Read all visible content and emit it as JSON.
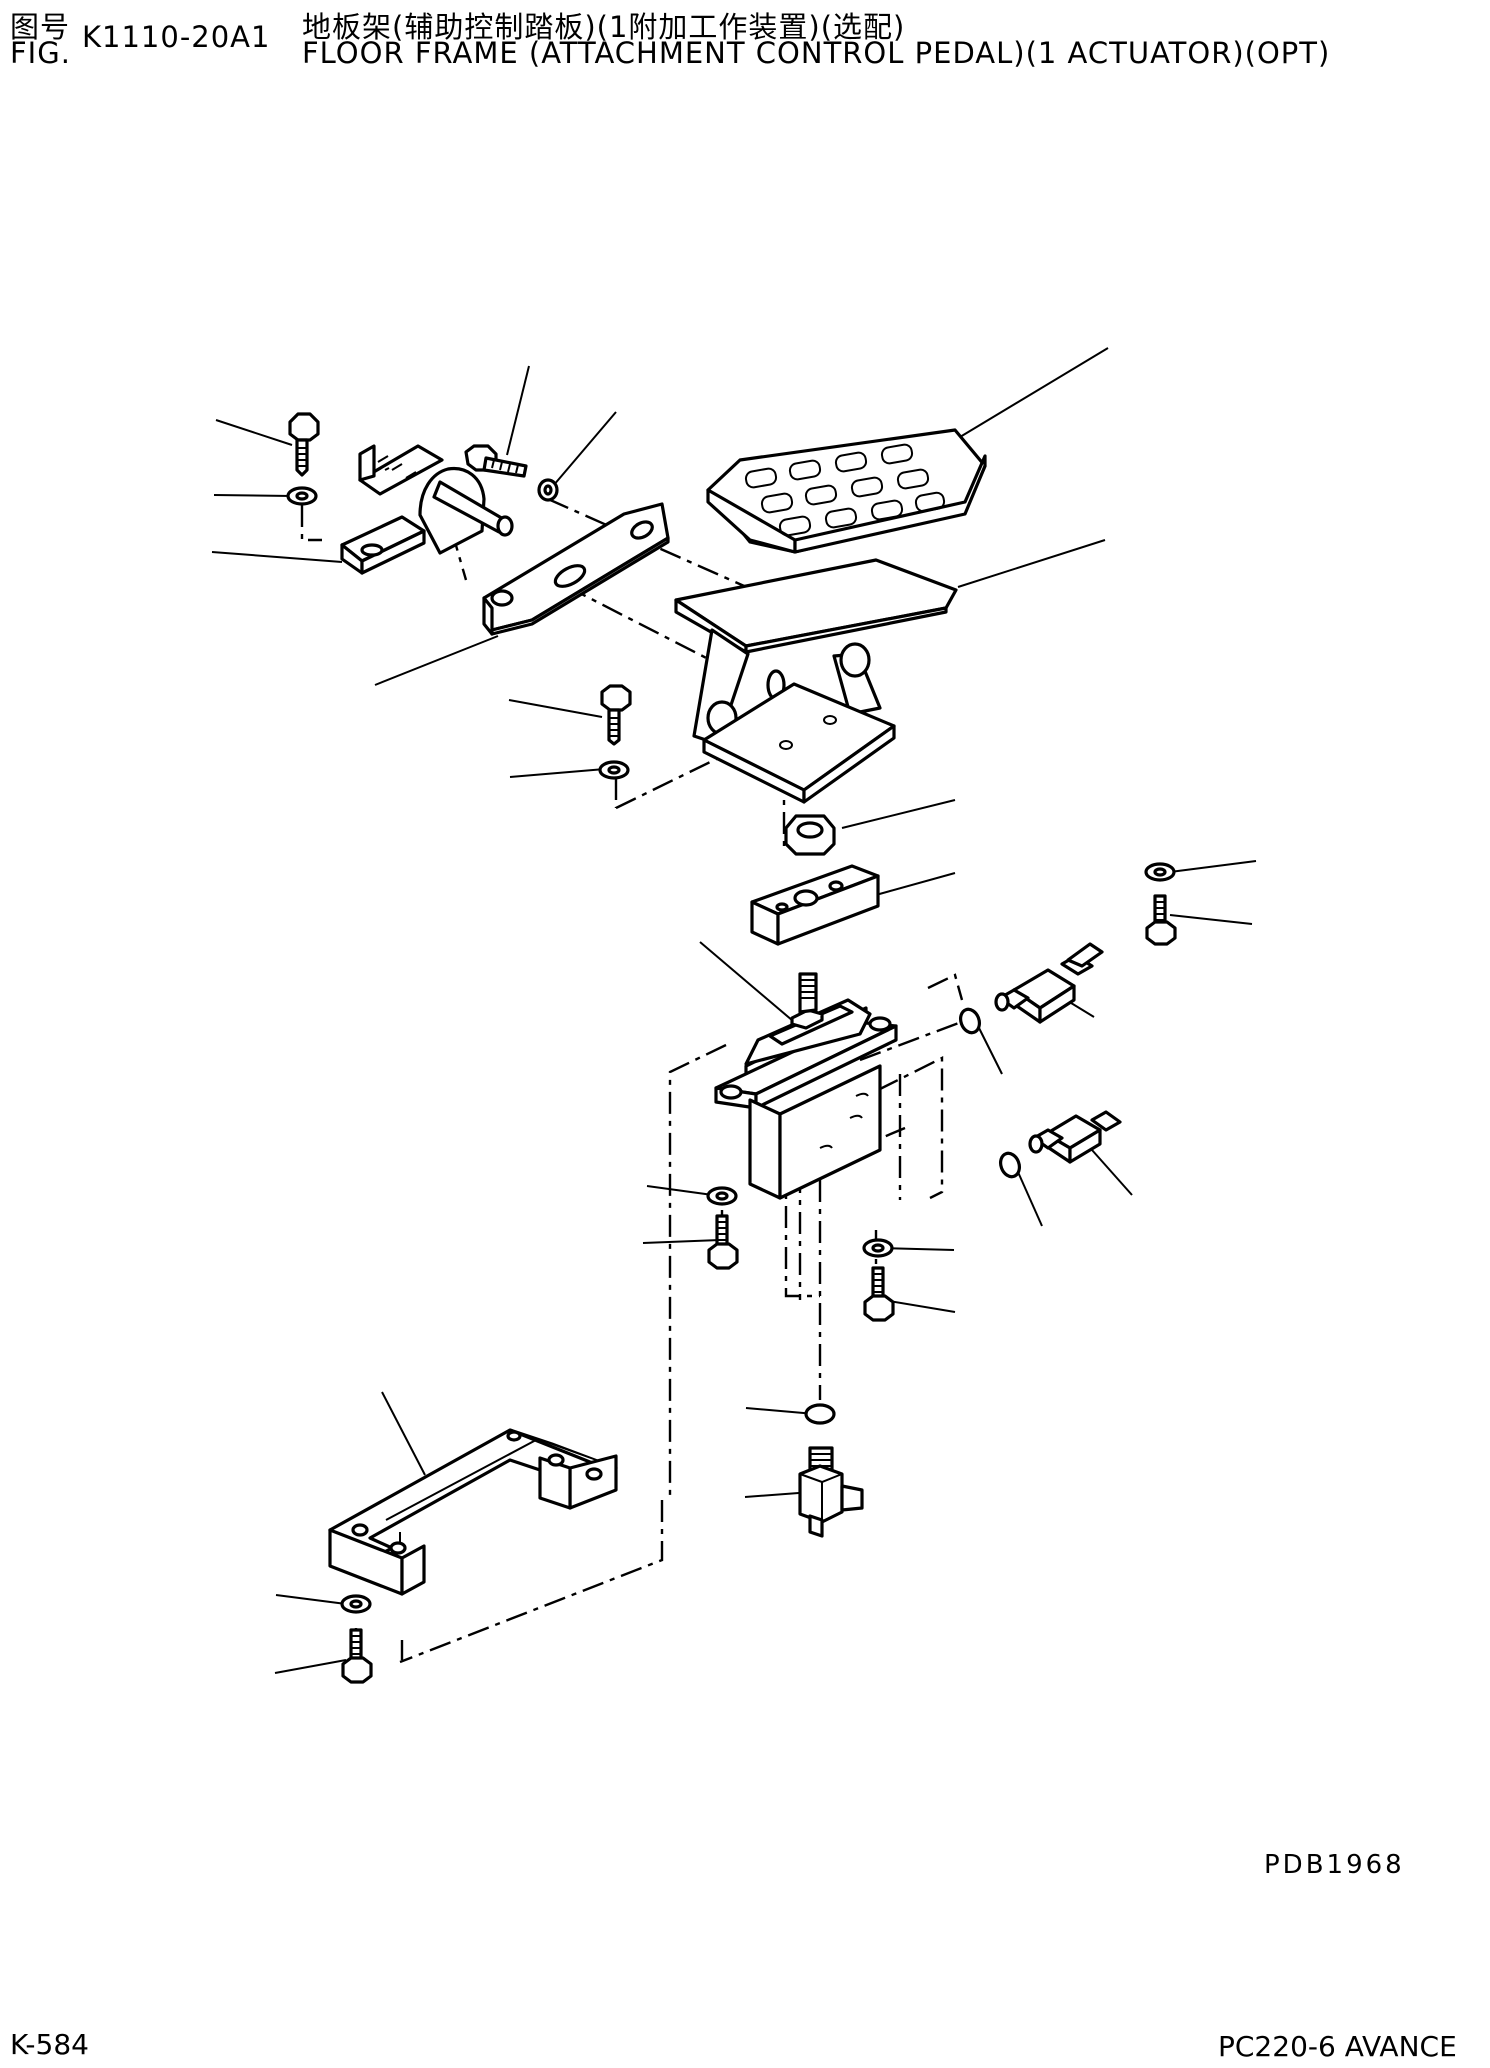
{
  "header": {
    "fig_label_cn": "图号",
    "fig_label_en": "FIG.",
    "fig_number": "K1110-20A1",
    "title_cn": "地板架(辅助控制踏板)(1附加工作装置)(选配)",
    "title_en": "FLOOR FRAME (ATTACHMENT CONTROL PEDAL)(1 ACTUATOR)(OPT)"
  },
  "footer": {
    "drawing_code": "PDB1968",
    "page_number": "K-584",
    "model": "PC220-6 AVANCE"
  },
  "parts": [
    {
      "icon": "bolt-icon"
    },
    {
      "icon": "washer-icon"
    },
    {
      "icon": "shaft-bracket-icon"
    },
    {
      "icon": "bolt-icon"
    },
    {
      "icon": "washer-icon"
    },
    {
      "icon": "pedal-pad-icon"
    },
    {
      "icon": "bracket-plate-icon"
    },
    {
      "icon": "pedal-icon"
    },
    {
      "icon": "bolt-icon"
    },
    {
      "icon": "washer-icon"
    },
    {
      "icon": "nut-icon"
    },
    {
      "icon": "block-plate-icon"
    },
    {
      "icon": "washer-icon"
    },
    {
      "icon": "bolt-icon"
    },
    {
      "icon": "valve-body-icon"
    },
    {
      "icon": "connector-icon"
    },
    {
      "icon": "o-ring-icon"
    },
    {
      "icon": "connector-icon"
    },
    {
      "icon": "o-ring-icon"
    },
    {
      "icon": "washer-icon"
    },
    {
      "icon": "bolt-icon"
    },
    {
      "icon": "washer-icon"
    },
    {
      "icon": "bolt-icon"
    },
    {
      "icon": "o-ring-icon"
    },
    {
      "icon": "elbow-fitting-icon"
    },
    {
      "icon": "mounting-bracket-icon"
    },
    {
      "icon": "washer-icon"
    },
    {
      "icon": "bolt-icon"
    }
  ]
}
